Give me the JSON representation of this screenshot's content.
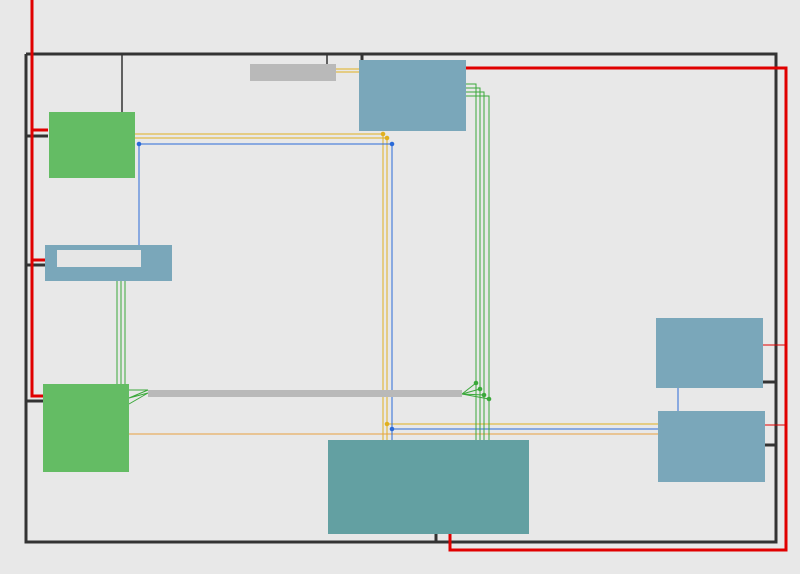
{
  "colors": {
    "background": "#e8e8e8",
    "frame": "#333333",
    "power_wire": "#e00000",
    "green_block": "#64bc64",
    "blue_block": "#7aa7ba",
    "teal_block": "#63a0a2",
    "gray_bar": "#b9b9b9",
    "light_slot": "#e6e6e6",
    "wire_yellow": "#e0b020",
    "wire_orange": "#e8a040",
    "wire_green": "#3aa83a",
    "wire_blue": "#2a6ad8"
  },
  "blocks": [
    {
      "id": "green-module-top",
      "kind": "green"
    },
    {
      "id": "blue-strip-module",
      "kind": "blue"
    },
    {
      "id": "green-module-bottom",
      "kind": "green"
    },
    {
      "id": "blue-module-top-center",
      "kind": "blue"
    },
    {
      "id": "teal-module-bottom-center",
      "kind": "teal"
    },
    {
      "id": "blue-module-right-upper",
      "kind": "blue"
    },
    {
      "id": "blue-module-right-lower",
      "kind": "blue"
    },
    {
      "id": "gray-bar-top",
      "kind": "gray"
    },
    {
      "id": "gray-bar-middle",
      "kind": "gray"
    }
  ],
  "wire_groups": [
    {
      "id": "yellow-bus",
      "color_key": "wire_yellow",
      "count": 2
    },
    {
      "id": "blue-signal",
      "color_key": "wire_blue",
      "count": 1
    },
    {
      "id": "green-bus-vertical",
      "color_key": "wire_green",
      "count": 4
    },
    {
      "id": "green-bus-left",
      "color_key": "wire_green",
      "count": 3
    },
    {
      "id": "orange-line",
      "color_key": "wire_orange",
      "count": 1
    },
    {
      "id": "power-loop",
      "color_key": "power_wire",
      "count": 1
    }
  ]
}
